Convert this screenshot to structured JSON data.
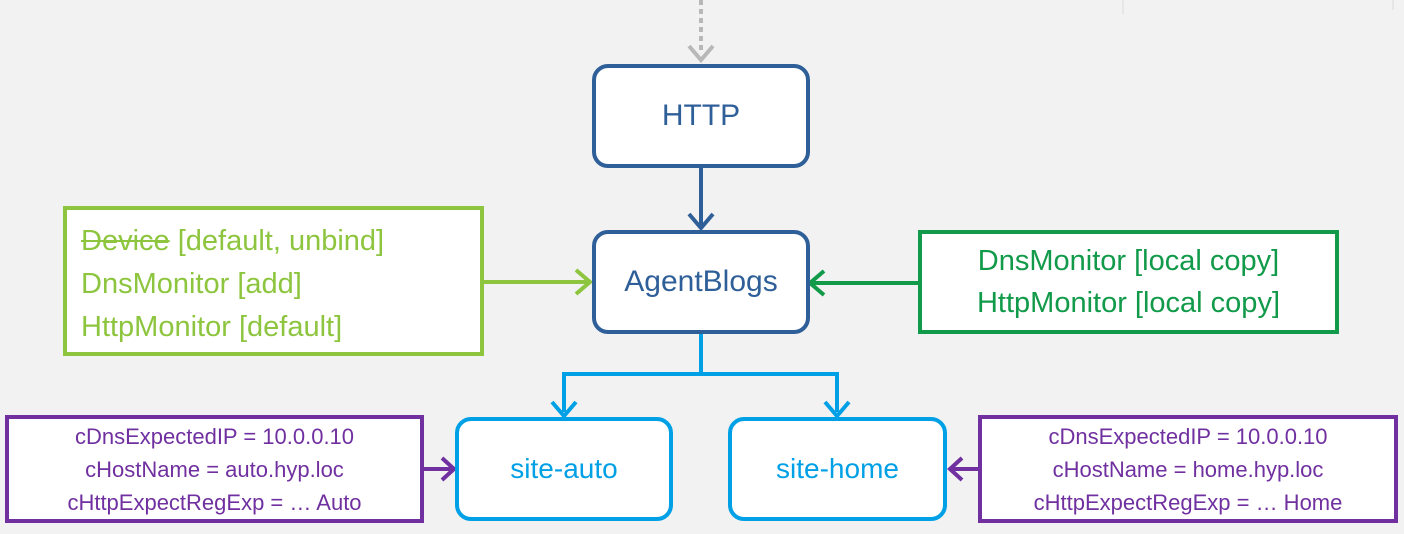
{
  "nodes": {
    "http": "HTTP",
    "agentblogs": "AgentBlogs",
    "site_auto": "site-auto",
    "site_home": "site-home"
  },
  "left_box": {
    "line1_struck": "Device",
    "line1_rest": " [default, unbind]",
    "line2": "DnsMonitor [add]",
    "line3": "HttpMonitor [default]"
  },
  "right_box": {
    "line1": "DnsMonitor [local copy]",
    "line2": "HttpMonitor [local copy]"
  },
  "auto_vars": {
    "line1": "cDnsExpectedIP = 10.0.0.10",
    "line2": "cHostName = auto.hyp.loc",
    "line3": "cHttpExpectRegExp = … Auto"
  },
  "home_vars": {
    "line1": "cDnsExpectedIP = 10.0.0.10",
    "line2": "cHostName = home.hyp.loc",
    "line3": "cHttpExpectRegExp = … Home"
  },
  "colors": {
    "dark_blue": "#2f5f98",
    "light_blue": "#00a0e6",
    "light_green": "#8dc53e",
    "green": "#119a49",
    "purple": "#7030a0",
    "gray_dashed": "#b8b8b8",
    "background": "#f2f2f2"
  }
}
